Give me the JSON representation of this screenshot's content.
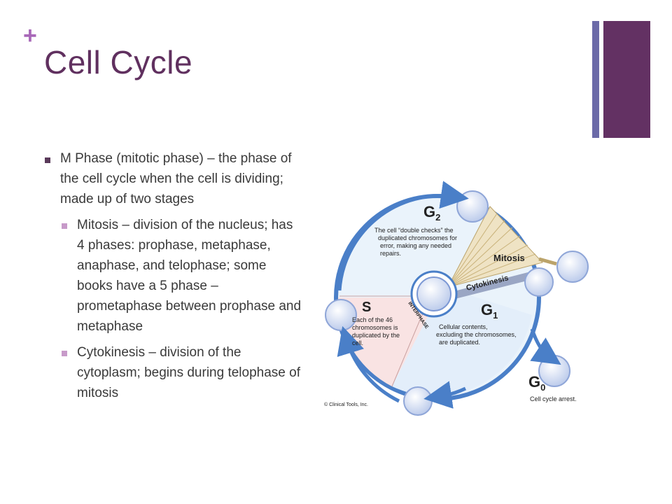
{
  "slide": {
    "plus": "+",
    "title": "Cell Cycle"
  },
  "bullets": [
    {
      "text": "M Phase (mitotic phase) – the phase of the cell cycle when the cell is dividing; made up of two stages",
      "children": [
        {
          "text": "Mitosis – division of the nucleus; has 4 phases: prophase, metaphase, anaphase, and telophase; some books have a 5 phase – prometaphase between prophase and metaphase"
        },
        {
          "text": "Cytokinesis – division of the cytoplasm; begins during telophase of mitosis"
        }
      ]
    }
  ],
  "diagram": {
    "g2": "G",
    "g2_sub": "2",
    "g2_note": [
      "The cell “double checks” the",
      "duplicated chromosomes for",
      "error, making any needed",
      "repairs."
    ],
    "mitosis": "Mitosis",
    "cytokinesis": "Cytokinesis",
    "s": "S",
    "s_note": [
      "Each of the 46",
      "chromosomes is",
      "duplicated by the",
      "cell."
    ],
    "interphase": "INTERPHASE",
    "g1": "G",
    "g1_sub": "1",
    "g1_note": [
      "Cellular contents,",
      "excluding the chromosomes,",
      "are duplicated."
    ],
    "g0": "G",
    "g0_sub": "0",
    "g0_note": "Cell cycle arrest.",
    "copyright": "© Clinical Tools, Inc."
  }
}
